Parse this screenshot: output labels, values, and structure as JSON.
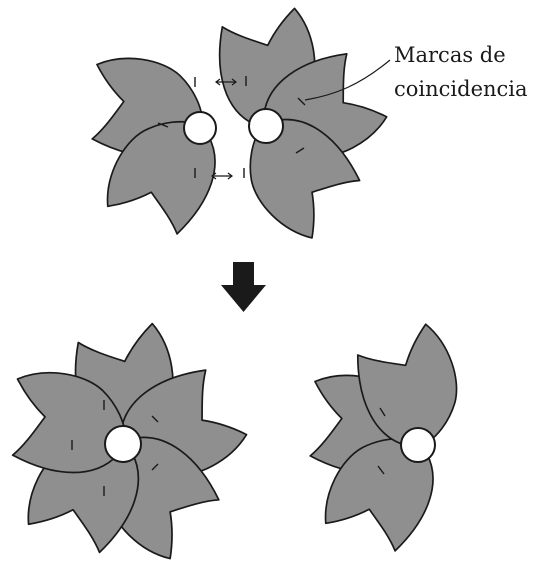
{
  "callout": {
    "line1": "Marcas de",
    "line2": "coincidencia"
  },
  "colors": {
    "petal_fill": "#8f8f8f",
    "outline": "#1a1a1a",
    "center_hole": "#ffffff",
    "down_arrow": "#1a1a1a"
  },
  "icons": {
    "spacing_arrow": "double-headed-horizontal-arrow",
    "process_arrow": "down-arrow"
  },
  "groups": {
    "top_left_petals": 2,
    "top_right_petals": 3,
    "bottom_left_petals": 5,
    "bottom_right_petals": 3
  }
}
